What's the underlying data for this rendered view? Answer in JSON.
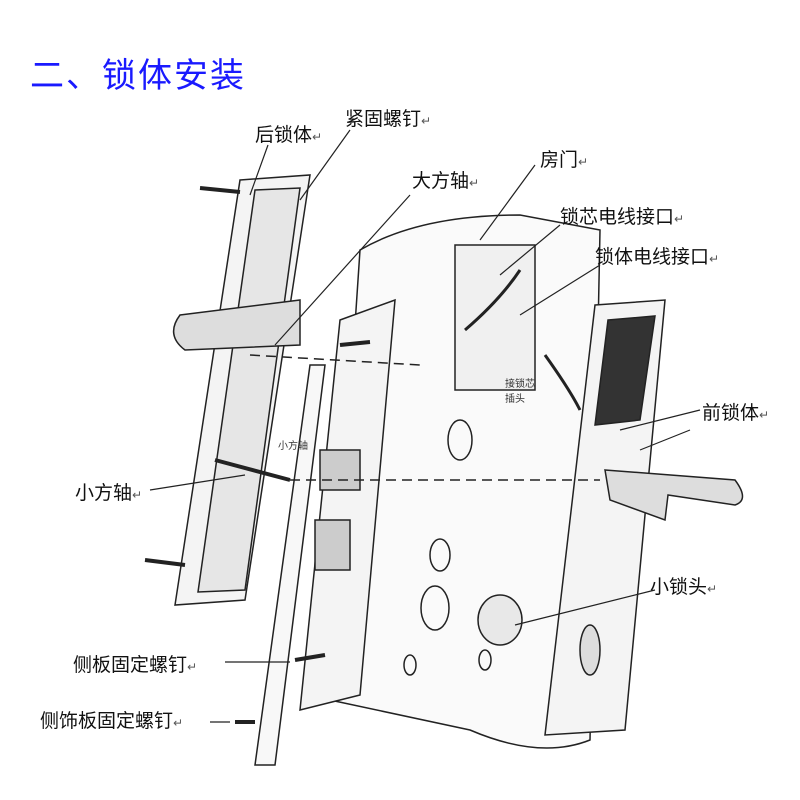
{
  "title": "二、锁体安装",
  "return_mark": "↵",
  "labels": {
    "rear_lock_body": "后锁体",
    "fastening_screw": "紧固螺钉",
    "large_spindle": "大方轴",
    "door": "房门",
    "cylinder_wire_port": "锁芯电线接口",
    "lock_body_wire_port": "锁体电线接口",
    "front_lock_body": "前锁体",
    "small_spindle": "小方轴",
    "small_cylinder": "小锁头",
    "side_plate_screw": "侧板固定螺钉",
    "side_trim_screw": "侧饰板固定螺钉"
  },
  "small_labels": {
    "spindle_tag": "小方轴",
    "plug_tag_1": "接锁芯",
    "plug_tag_2": "插头"
  }
}
